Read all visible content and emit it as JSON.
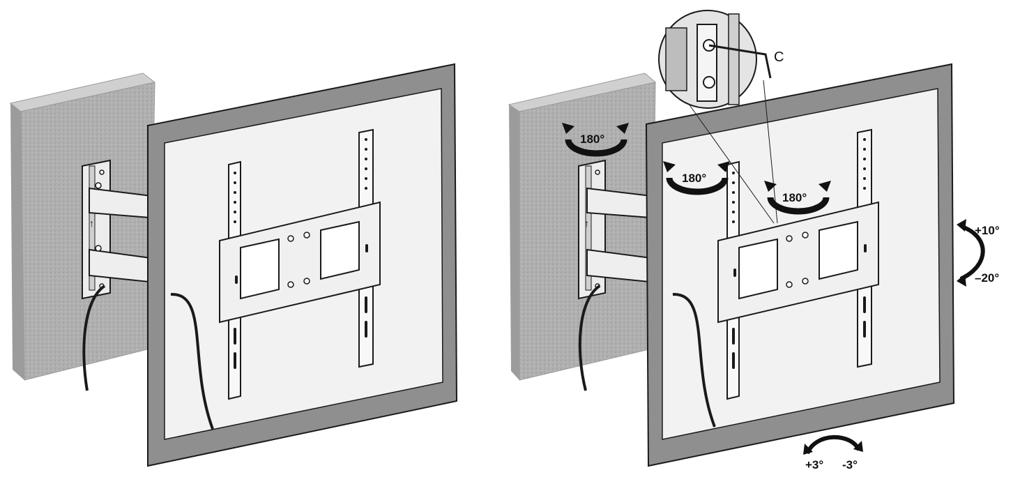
{
  "figure": {
    "callout_letter": "C",
    "rotation_labels": [
      "180°",
      "180°",
      "180°"
    ],
    "tilt_labels": {
      "up": "+10°",
      "down": "–20°"
    },
    "level_labels": {
      "plus": "+3°",
      "minus": "-3°"
    }
  },
  "colors": {
    "wall": "#a9a9a9",
    "wall_top": "#c9c9c9",
    "tv_frame": "#8f8f8f",
    "tv_screen": "#f2f2f2",
    "metal": "#e6e6e6",
    "line": "#1a1a1a"
  }
}
